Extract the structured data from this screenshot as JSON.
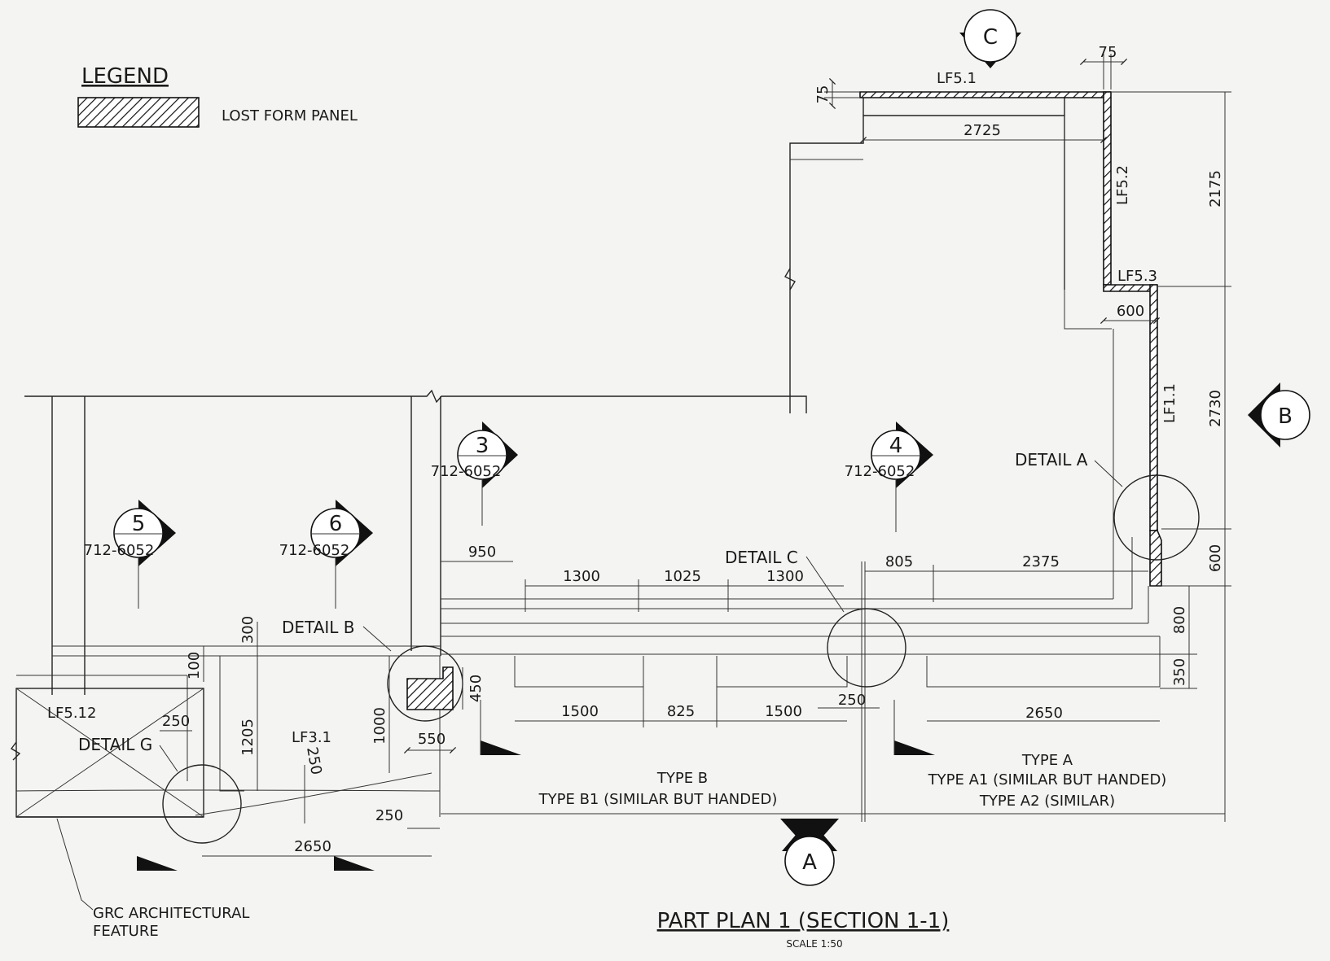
{
  "legend": {
    "title": "LEGEND",
    "item_label": "LOST FORM PANEL"
  },
  "title_block": {
    "title": "PART PLAN 1 (SECTION 1-1)",
    "scale": "SCALE 1:50"
  },
  "section_markers": {
    "a": "A",
    "b": "B",
    "c": "C"
  },
  "detail_references": [
    {
      "number": "3",
      "sheet": "712-6052"
    },
    {
      "number": "4",
      "sheet": "712-6052"
    },
    {
      "number": "5",
      "sheet": "712-6052"
    },
    {
      "number": "6",
      "sheet": "712-6052"
    }
  ],
  "panel_labels": {
    "lf5_1": "LF5.1",
    "lf5_2": "LF5.2",
    "lf5_3": "LF5.3",
    "lf1_1": "LF1.1",
    "lf5_12": "LF5.12",
    "lf3_1": "LF3.1"
  },
  "detail_callouts": {
    "a": "DETAIL A",
    "b": "DETAIL B",
    "c": "DETAIL C",
    "g": "DETAIL G"
  },
  "notes": {
    "type_b": "TYPE B",
    "type_b1": "TYPE B1 (SIMILAR BUT HANDED)",
    "type_a": "TYPE A",
    "type_a1": "TYPE A1 (SIMILAR BUT HANDED)",
    "type_a2": "TYPE A2 (SIMILAR)",
    "grc_line1": "GRC ARCHITECTURAL",
    "grc_line2": "FEATURE"
  },
  "dimensions": {
    "d75_top": "75",
    "d75_side": "75",
    "d2725": "2725",
    "d2175": "2175",
    "d600_upper": "600",
    "d2730": "2730",
    "d600_right": "600",
    "d800": "800",
    "d350": "350",
    "d950": "950",
    "d1300_a": "1300",
    "d1025": "1025",
    "d1300_b": "1300",
    "d805": "805",
    "d2375": "2375",
    "d1500_a": "1500",
    "d825": "825",
    "d1500_b": "1500",
    "d250_mid": "250",
    "d2650_right": "2650",
    "d300": "300",
    "d100": "100",
    "d450": "450",
    "d1000": "1000",
    "d550": "550",
    "d250_left": "250",
    "d1205": "1205",
    "d250_rot": "250",
    "d250_low": "250",
    "d2650_left": "2650"
  }
}
